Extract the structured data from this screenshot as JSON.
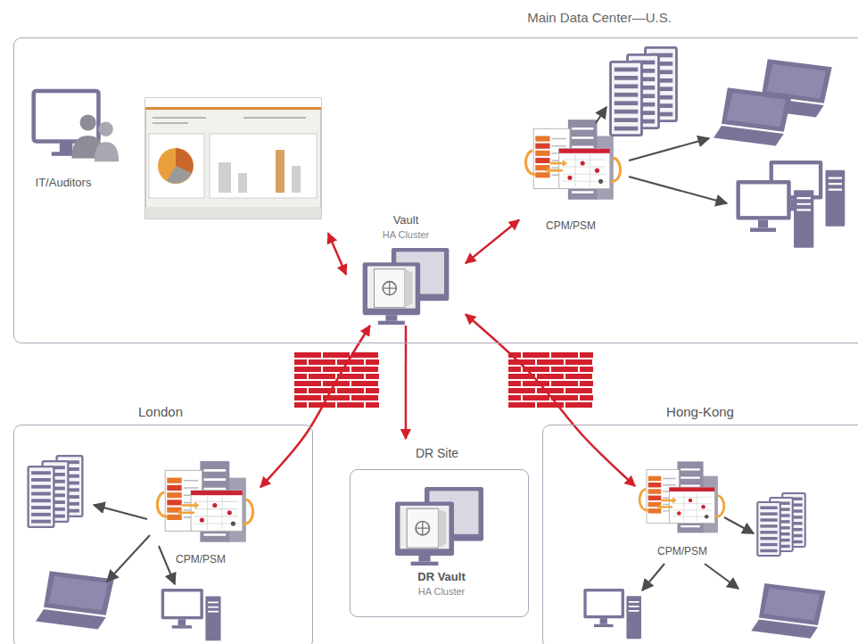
{
  "diagram": {
    "nodes": [
      {
        "text": [
          "Main Data Center—U.S."
        ]
      },
      {
        "text": [
          "IT/Auditors"
        ],
        "in": 0
      },
      {
        "text": [
          "Vault",
          "HA Cluster"
        ],
        "in": 0
      },
      {
        "text": [
          "CPM/PSM"
        ],
        "in": 0
      },
      {
        "text": [
          "London"
        ]
      },
      {
        "text": [
          "CPM/PSM"
        ],
        "in": 4
      },
      {
        "text": [
          "DR Site"
        ]
      },
      {
        "text": [
          "DR Vault",
          "HA Cluster"
        ],
        "in": 6
      },
      {
        "text": [
          "Hong-Kong"
        ]
      },
      {
        "text": [
          "CPM/PSM"
        ],
        "in": 8
      }
    ],
    "edges": [
      {
        "from": 1,
        "to": 2,
        "arrow": "both"
      },
      {
        "from": 2,
        "to": 3,
        "arrow": "both"
      },
      {
        "from": 2,
        "to": 6,
        "arrow": "to"
      },
      {
        "from": 2,
        "to": 5,
        "arrow": "both"
      },
      {
        "from": 2,
        "to": 9,
        "arrow": "both"
      }
    ]
  }
}
